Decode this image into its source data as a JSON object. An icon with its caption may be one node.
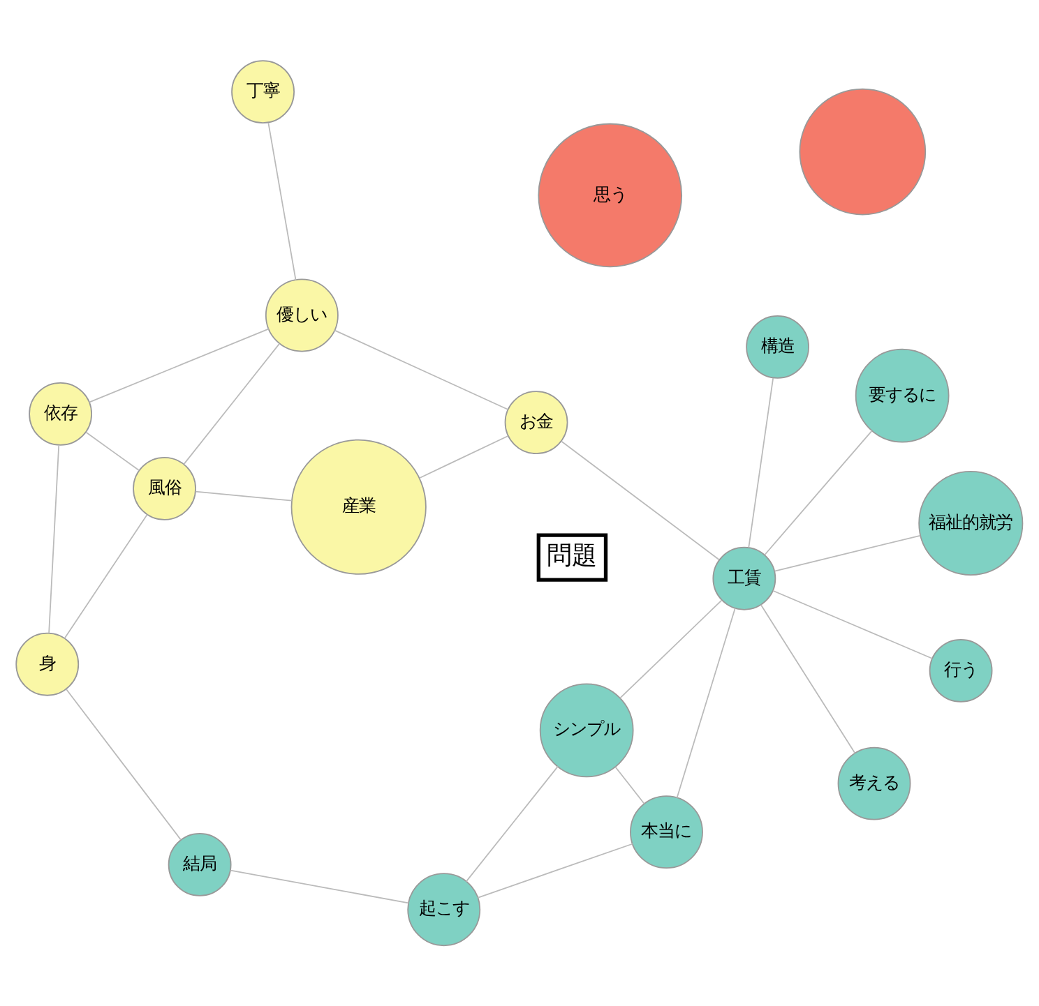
{
  "diagram": {
    "nodes": [
      {
        "text": [
          "身"
        ]
      },
      {
        "text": [
          "結局"
        ]
      },
      {
        "text": [],
        "shape": "circle"
      },
      {
        "text": [
          "思う"
        ]
      },
      {
        "text": [
          "起こす"
        ]
      },
      {
        "text": [
          "依存"
        ]
      },
      {
        "text": [
          "風俗"
        ]
      },
      {
        "text": [
          "丁寧"
        ]
      },
      {
        "text": [
          "優しい"
        ]
      },
      {
        "text": [
          "本当に"
        ]
      },
      {
        "text": [
          "シンプル"
        ]
      },
      {
        "text": [
          "産業"
        ]
      },
      {
        "text": [
          "考える"
        ]
      },
      {
        "text": [
          "お金"
        ]
      },
      {
        "text": [
          "工賃"
        ]
      },
      {
        "text": [
          "要するに"
        ]
      },
      {
        "text": [
          "構造"
        ]
      },
      {
        "text": [
          "福祉的就労"
        ]
      },
      {
        "text": [
          "行う"
        ]
      }
    ],
    "edges": [
      {
        "from": 0,
        "to": 1,
        "arrow": "none"
      },
      {
        "from": 0,
        "to": 5,
        "arrow": "none"
      },
      {
        "from": 0,
        "to": 6,
        "arrow": "none"
      },
      {
        "from": 1,
        "to": 4,
        "arrow": "none"
      },
      {
        "from": 4,
        "to": 10,
        "arrow": "none"
      },
      {
        "from": 4,
        "to": 9,
        "arrow": "none"
      },
      {
        "from": 10,
        "to": 9,
        "arrow": "none"
      },
      {
        "from": 10,
        "to": 14,
        "arrow": "none"
      },
      {
        "from": 9,
        "to": 14,
        "arrow": "none"
      },
      {
        "from": 5,
        "to": 6,
        "arrow": "none"
      },
      {
        "from": 5,
        "to": 8,
        "arrow": "none"
      },
      {
        "from": 6,
        "to": 8,
        "arrow": "none"
      },
      {
        "from": 6,
        "to": 11,
        "arrow": "none"
      },
      {
        "from": 7,
        "to": 8,
        "arrow": "none"
      },
      {
        "from": 8,
        "to": 13,
        "arrow": "none"
      },
      {
        "from": 11,
        "to": 13,
        "arrow": "none"
      },
      {
        "from": 13,
        "to": 14,
        "arrow": "none"
      },
      {
        "from": 14,
        "to": 12,
        "arrow": "none"
      },
      {
        "from": 14,
        "to": 15,
        "arrow": "none"
      },
      {
        "from": 14,
        "to": 16,
        "arrow": "none"
      },
      {
        "from": 14,
        "to": 17,
        "arrow": "none"
      },
      {
        "from": 14,
        "to": 18,
        "arrow": "none"
      }
    ],
    "labels": [
      "問題"
    ]
  }
}
